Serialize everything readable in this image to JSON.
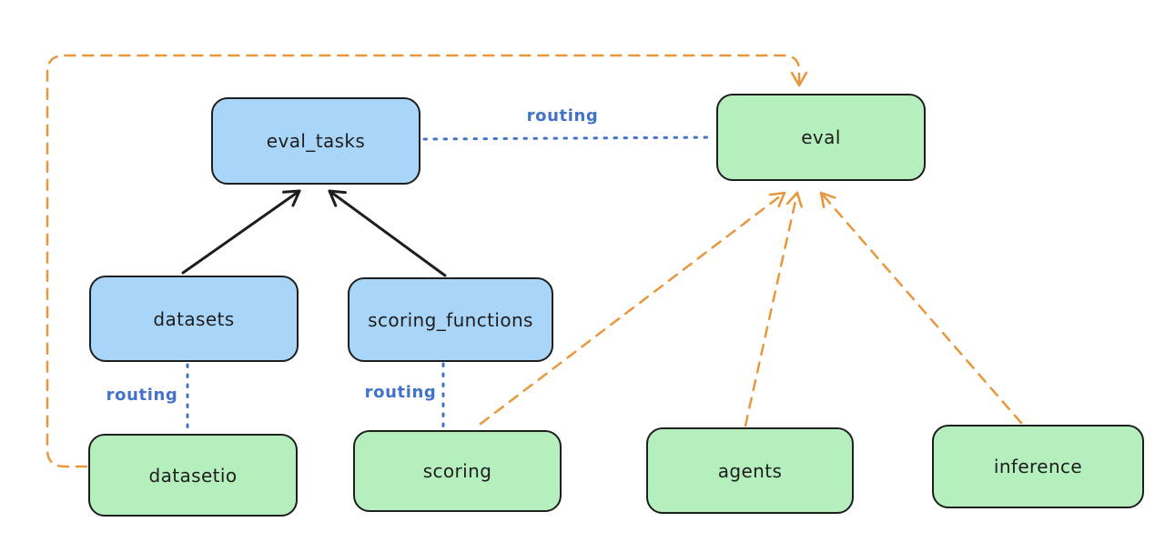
{
  "diagram": {
    "type": "architecture-graph",
    "nodes": [
      {
        "id": "eval_tasks",
        "label": "eval_tasks",
        "color": "blue"
      },
      {
        "id": "eval",
        "label": "eval",
        "color": "green"
      },
      {
        "id": "datasets",
        "label": "datasets",
        "color": "blue"
      },
      {
        "id": "scoring_functions",
        "label": "scoring_functions",
        "color": "blue"
      },
      {
        "id": "datasetio",
        "label": "datasetio",
        "color": "green"
      },
      {
        "id": "scoring",
        "label": "scoring",
        "color": "green"
      },
      {
        "id": "agents",
        "label": "agents",
        "color": "green"
      },
      {
        "id": "inference",
        "label": "inference",
        "color": "green"
      }
    ],
    "edges": [
      {
        "from": "datasets",
        "to": "eval_tasks",
        "style": "solid",
        "color": "black",
        "label": ""
      },
      {
        "from": "scoring_functions",
        "to": "eval_tasks",
        "style": "solid",
        "color": "black",
        "label": ""
      },
      {
        "from": "eval_tasks",
        "to": "eval",
        "style": "dotted",
        "color": "blue",
        "label": "routing"
      },
      {
        "from": "datasets",
        "to": "datasetio",
        "style": "dotted",
        "color": "blue",
        "label": "routing"
      },
      {
        "from": "scoring_functions",
        "to": "scoring",
        "style": "dotted",
        "color": "blue",
        "label": "routing"
      },
      {
        "from": "datasetio",
        "to": "eval",
        "style": "dashed",
        "color": "orange",
        "label": ""
      },
      {
        "from": "scoring",
        "to": "eval",
        "style": "dashed",
        "color": "orange",
        "label": ""
      },
      {
        "from": "agents",
        "to": "eval",
        "style": "dashed",
        "color": "orange",
        "label": ""
      },
      {
        "from": "inference",
        "to": "eval",
        "style": "dashed",
        "color": "orange",
        "label": ""
      }
    ]
  },
  "colors": {
    "blue_fill": "#a9d6f8",
    "green_fill": "#b5efbe",
    "stroke": "#1e1e1e",
    "blue_line": "#4273c8",
    "orange_line": "#e8973d",
    "background": "#ffffff"
  }
}
